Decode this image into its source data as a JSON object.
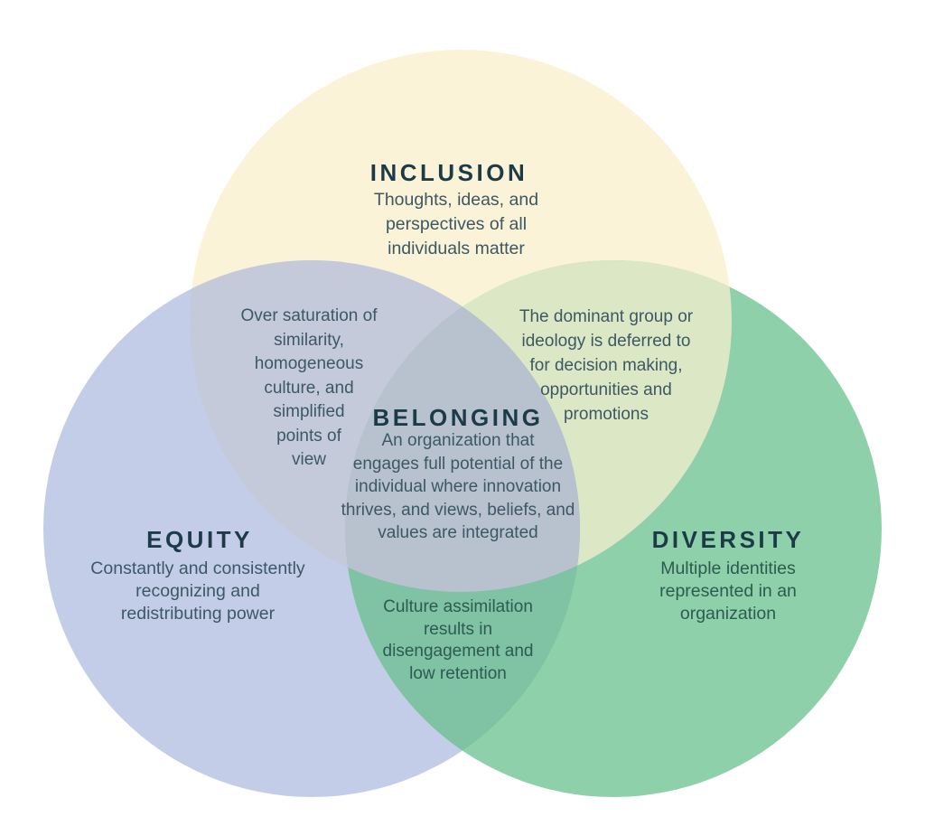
{
  "colors": {
    "background": "#ffffff",
    "title_text": "#1c3b49",
    "body_text": "#3c5864",
    "body_text_on_green": "#2d5b51",
    "inclusion_fill": "#faf3d8",
    "equity_fill": "#c3cde7",
    "diversity_fill": "#8ed0a9",
    "equity_inclusion_fill": "#c5cadb",
    "inclusion_diversity_fill": "#dce8c5",
    "equity_diversity_fill": "#7fc2a4",
    "center_fill": "#b8c2ce"
  },
  "circles": {
    "inclusion": {
      "label": "INCLUSION",
      "description": "Thoughts, ideas, and\nperspectives of all\nindividuals matter"
    },
    "equity": {
      "label": "EQUITY",
      "description": "Constantly and consistently\nrecognizing and\nredistributing power"
    },
    "diversity": {
      "label": "DIVERSITY",
      "description": "Multiple identities\nrepresented in an\norganization"
    }
  },
  "overlaps": {
    "equity_inclusion": {
      "text": "Over saturation of\nsimilarity,\nhomogeneous\nculture, and\nsimplified\npoints of\nview"
    },
    "inclusion_diversity": {
      "text": "The dominant group or\nideology is deferred to\nfor decision making,\nopportunities and\npromotions"
    },
    "equity_diversity": {
      "text": "Culture assimilation\nresults in\ndisengagement and\nlow retention"
    },
    "center": {
      "label": "BELONGING",
      "description": "An organization that\nengages full potential of the\nindividual where innovation\nthrives, and views, beliefs, and\nvalues are integrated"
    }
  }
}
